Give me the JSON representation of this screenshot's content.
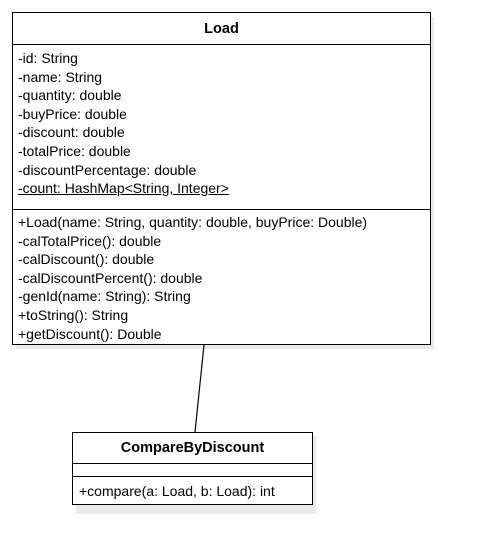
{
  "classes": {
    "load": {
      "name": "Load",
      "attributes": [
        {
          "text": "-id: String",
          "static": false
        },
        {
          "text": "-name: String",
          "static": false
        },
        {
          "text": "-quantity: double",
          "static": false
        },
        {
          "text": "-buyPrice: double",
          "static": false
        },
        {
          "text": "-discount: double",
          "static": false
        },
        {
          "text": "-totalPrice: double",
          "static": false
        },
        {
          "text": "-discountPercentage: double",
          "static": false
        },
        {
          "text": "-count: HashMap<String, Integer>",
          "static": true
        }
      ],
      "methods": [
        "+Load(name: String, quantity: double, buyPrice: Double)",
        "-calTotalPrice(): double",
        "-calDiscount(): double",
        "-calDiscountPercent(): double",
        "-genId(name: String): String",
        "+toString(): String",
        "+getDiscount(): Double"
      ]
    },
    "compare_by_discount": {
      "name": "CompareByDiscount",
      "attributes": [],
      "methods": [
        "+compare(a: Load, b: Load): int"
      ]
    }
  },
  "colors": {
    "stroke": "#000000",
    "fill": "#ffffff",
    "shadow": "#d9d9d9"
  }
}
